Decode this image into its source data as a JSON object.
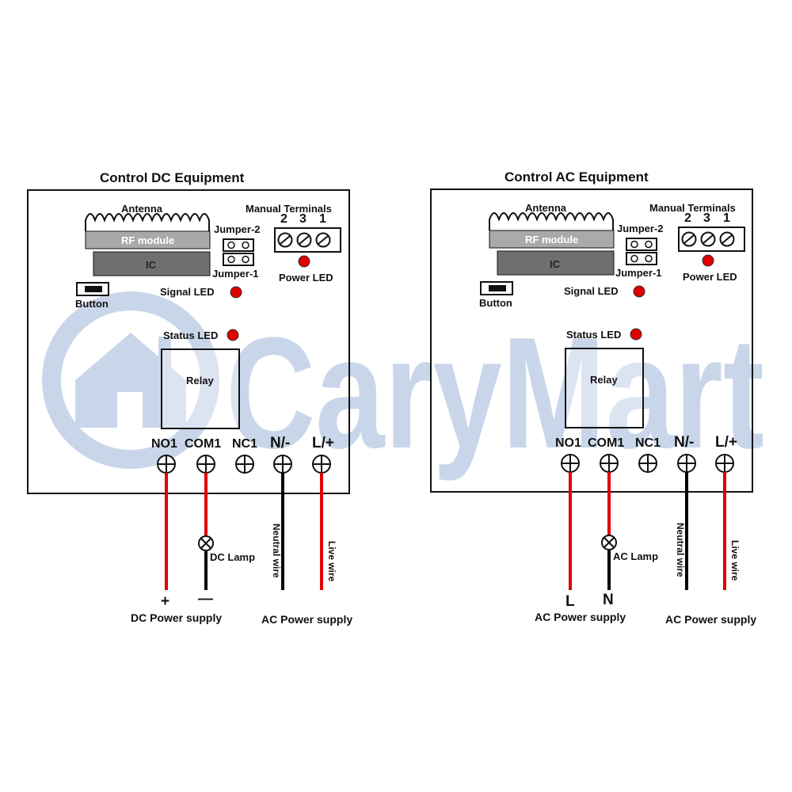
{
  "watermark": {
    "text": "CaryMart",
    "color": "#c9d6ea"
  },
  "panels": [
    {
      "title": "Control DC Equipment",
      "antenna": "Antenna",
      "rf_module": "RF module",
      "ic": "IC",
      "jumper2": "Jumper-2",
      "jumper1": "Jumper-1",
      "manual_terminals": "Manual Terminals",
      "manual_numbers": [
        "2",
        "3",
        "1"
      ],
      "power_led": "Power LED",
      "button": "Button",
      "signal_led": "Signal LED",
      "status_led": "Status LED",
      "relay": "Relay",
      "terminals": [
        "NO1",
        "COM1",
        "NC1",
        "N/-",
        "L/+"
      ],
      "lamp": "DC Lamp",
      "neutral_wire": "Neutral wire",
      "live_wire": "Live wire",
      "supply_left_pins": [
        "+",
        "—"
      ],
      "supply_left": "DC Power supply",
      "supply_right": "AC Power supply"
    },
    {
      "title": "Control AC Equipment",
      "antenna": "Antenna",
      "rf_module": "RF module",
      "ic": "IC",
      "jumper2": "Jumper-2",
      "jumper1": "Jumper-1",
      "manual_terminals": "Manual Terminals",
      "manual_numbers": [
        "2",
        "3",
        "1"
      ],
      "power_led": "Power LED",
      "button": "Button",
      "signal_led": "Signal LED",
      "status_led": "Status LED",
      "relay": "Relay",
      "terminals": [
        "NO1",
        "COM1",
        "NC1",
        "N/-",
        "L/+"
      ],
      "lamp": "AC Lamp",
      "neutral_wire": "Neutral wire",
      "live_wire": "Live wire",
      "supply_left_pins": [
        "L",
        "N"
      ],
      "supply_left": "AC Power supply",
      "supply_right": "AC Power supply"
    }
  ],
  "colors": {
    "led": "#e00000",
    "wire_live": "#e00000",
    "wire_neutral": "#000000",
    "rf_module": "#a9a9a9",
    "ic": "#6f6f6f"
  }
}
